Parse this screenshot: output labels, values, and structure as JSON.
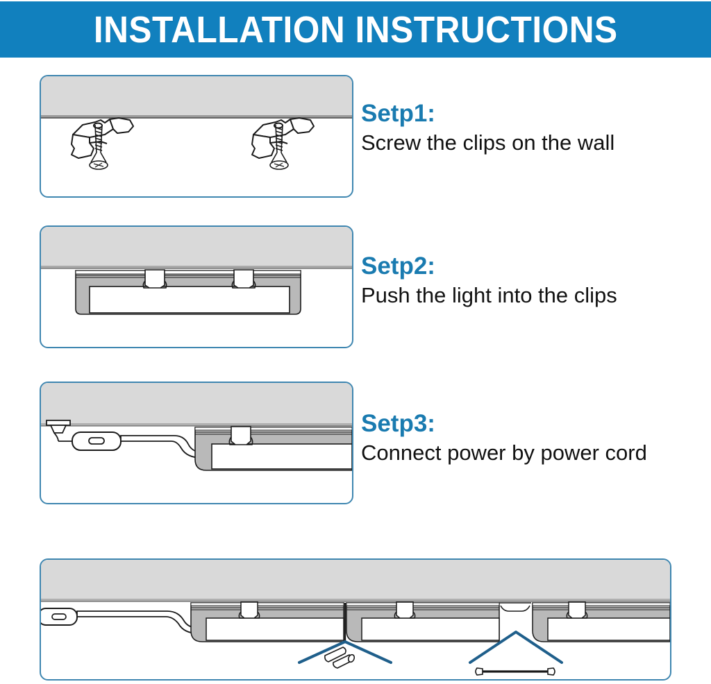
{
  "header": {
    "title": "INSTALLATION INSTRUCTIONS",
    "background_color": "#1180be",
    "text_color": "#ffffff"
  },
  "colors": {
    "accent_blue": "#1180be",
    "label_blue": "#1a7bb0",
    "panel_border_blue": "#3e86b0",
    "callout_blue": "#1f5f8b",
    "wall_gray": "#d9d9d9",
    "fixture_gray": "#b8b8b8",
    "line_black": "#1a1a1a"
  },
  "steps": [
    {
      "label": "Setp1:",
      "description": "Screw the clips on the wall",
      "illustration": "wall-with-two-mounting-clips-and-screws"
    },
    {
      "label": "Setp2:",
      "description": "Push the light into the clips",
      "illustration": "led-light-bar-snapped-into-clips-under-wall"
    },
    {
      "label": "Setp3:",
      "description": "Connect power by power cord",
      "illustration": "power-cord-plugged-into-outlet-connected-to-light-bar"
    }
  ],
  "overview": {
    "illustration": "multiple-light-bars-linked-under-wall",
    "callouts": [
      {
        "name": "direct-connector",
        "icon": "two-cylindrical-couplers"
      },
      {
        "name": "linking-cable",
        "icon": "cable-with-connector-both-ends"
      }
    ]
  }
}
